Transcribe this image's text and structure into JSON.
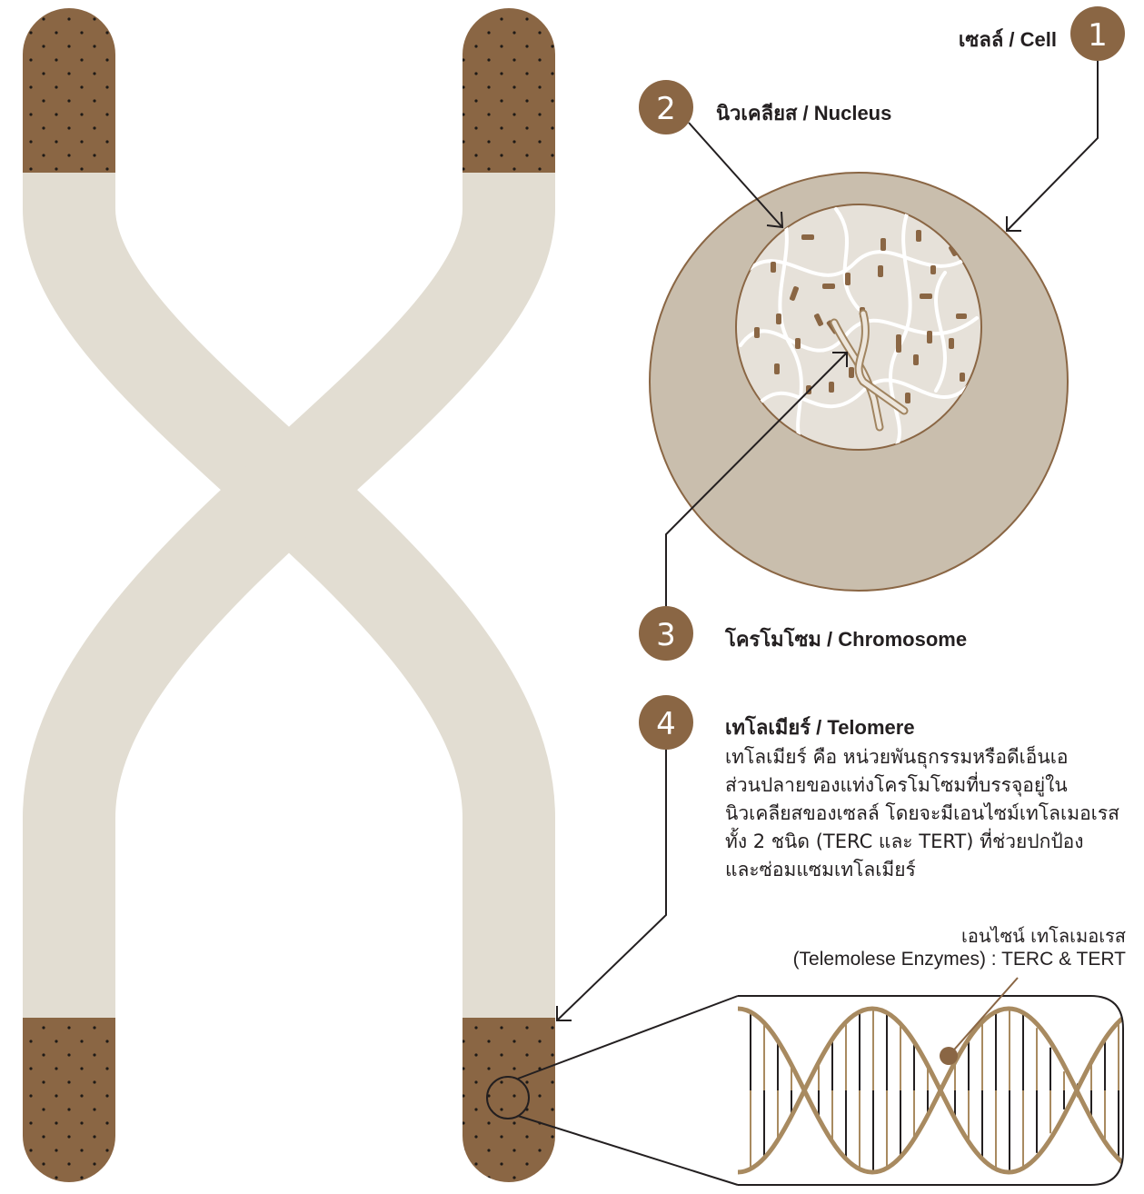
{
  "colors": {
    "telomere_brown": "#8a6644",
    "chromatid_cream": "#e2ddd2",
    "cell_tan": "#c9bead",
    "nucleus_fill": "#e6e1d9",
    "badge_brown": "#8a6644",
    "line_dark": "#231f20",
    "dna_helix": "#a88a60"
  },
  "labels": [
    {
      "number": "1",
      "text": "เซลล์ / Cell"
    },
    {
      "number": "2",
      "text": "นิวเคลียส / Nucleus"
    },
    {
      "number": "3",
      "text": "โครโมโซม / Chromosome"
    },
    {
      "number": "4",
      "text": "เทโลเมียร์ / Telomere"
    }
  ],
  "telomere_description": [
    "เทโลเมียร์ คือ หน่วยพันธุกรรมหรือดีเอ็นเอ",
    "ส่วนปลายของแท่งโครโมโซมที่บรรจุอยู่ใน",
    "นิวเคลียสของเซลล์ โดยจะมีเอนไซม์เทโลเมอเรส",
    "ทั้ง 2 ชนิด (TERC และ TERT)  ที่ช่วยปกป้อง",
    "และซ่อมแซมเทโลเมียร์"
  ],
  "enzyme_label": {
    "line1": "เอนไซน์  เทโลเมอเรส",
    "line2": "(Telemolese  Enzymes) : TERC & TERT"
  }
}
